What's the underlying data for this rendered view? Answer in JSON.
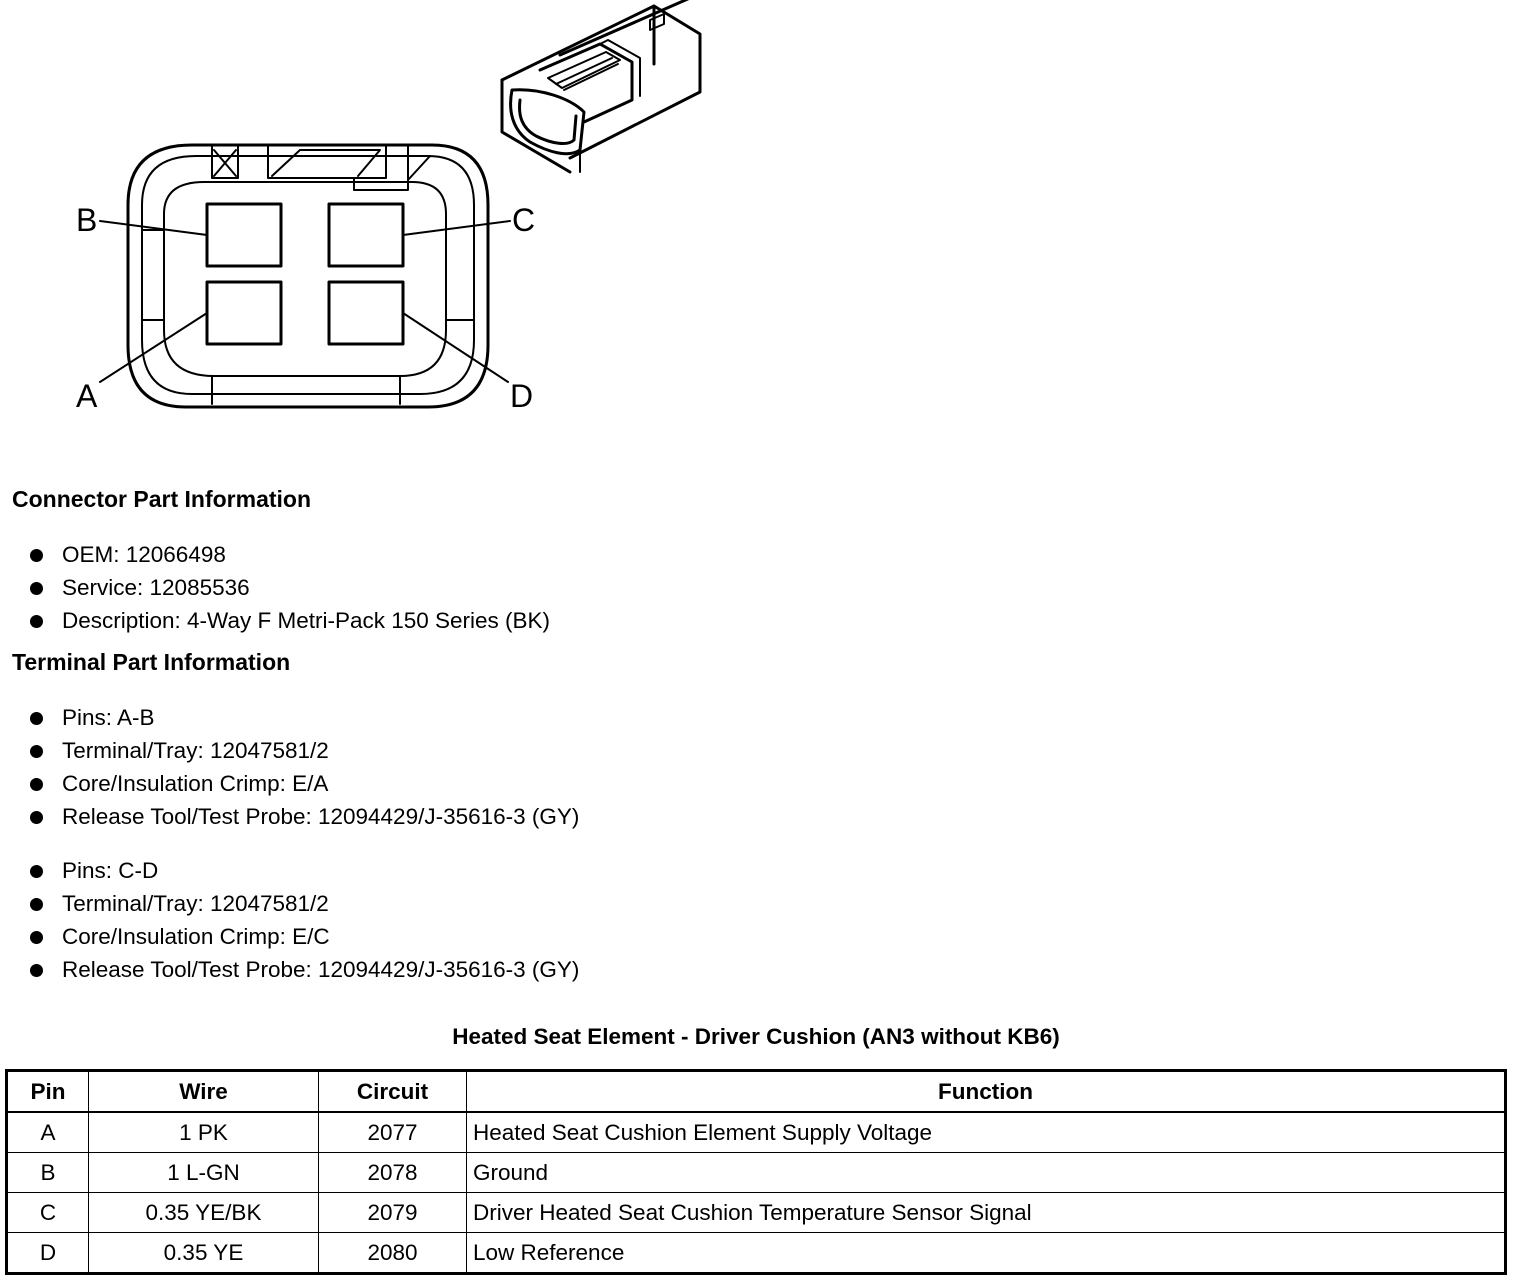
{
  "diagram": {
    "pin_labels": {
      "a": "A",
      "b": "B",
      "c": "C",
      "d": "D"
    }
  },
  "connector_info": {
    "heading": "Connector Part Information",
    "items": [
      "OEM: 12066498",
      "Service: 12085536",
      "Description: 4-Way F Metri-Pack 150 Series (BK)"
    ]
  },
  "terminal_info": {
    "heading": "Terminal Part Information",
    "group1": [
      "Pins: A-B",
      "Terminal/Tray: 12047581/2",
      "Core/Insulation Crimp: E/A",
      "Release Tool/Test Probe: 12094429/J-35616-3 (GY)"
    ],
    "group2": [
      "Pins: C-D",
      "Terminal/Tray: 12047581/2",
      "Core/Insulation Crimp: E/C",
      "Release Tool/Test Probe: 12094429/J-35616-3 (GY)"
    ]
  },
  "table": {
    "title": "Heated Seat Element - Driver Cushion (AN3 without KB6)",
    "headers": [
      "Pin",
      "Wire",
      "Circuit",
      "Function"
    ],
    "rows": [
      [
        "A",
        "1 PK",
        "2077",
        "Heated Seat Cushion Element Supply Voltage"
      ],
      [
        "B",
        "1 L-GN",
        "2078",
        "Ground"
      ],
      [
        "C",
        "0.35 YE/BK",
        "2079",
        "Driver Heated Seat Cushion Temperature Sensor Signal"
      ],
      [
        "D",
        "0.35 YE",
        "2080",
        "Low Reference"
      ]
    ]
  }
}
